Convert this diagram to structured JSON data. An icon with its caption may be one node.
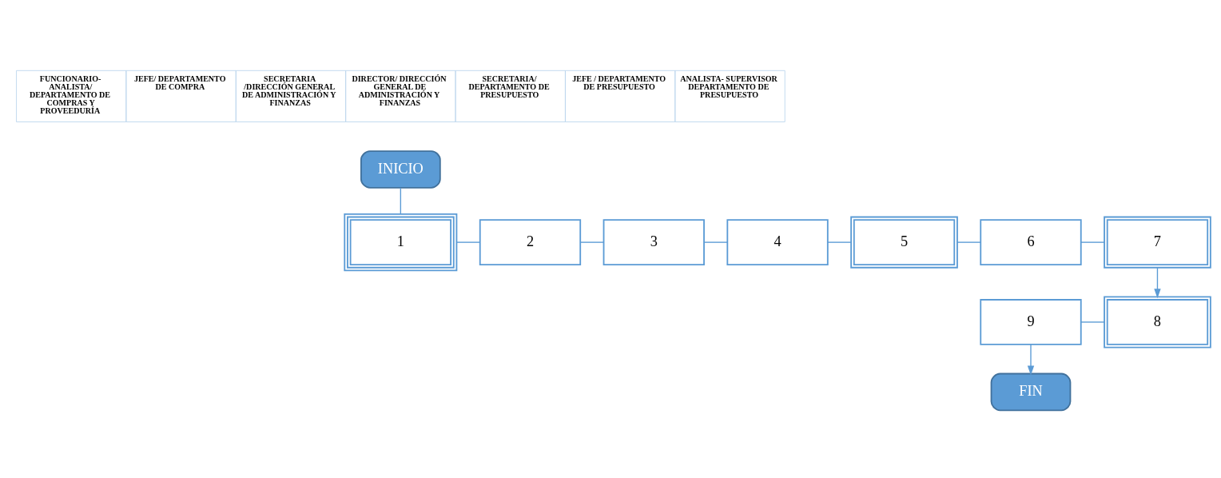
{
  "diagram": {
    "nodes": [
      {
        "text": [
          "INICIO"
        ]
      },
      {
        "text": [
          "1"
        ]
      },
      {
        "text": [
          "2"
        ]
      },
      {
        "text": [
          "3"
        ]
      },
      {
        "text": [
          "4"
        ]
      },
      {
        "text": [
          "5"
        ]
      },
      {
        "text": [
          "6"
        ]
      },
      {
        "text": [
          "7"
        ]
      },
      {
        "text": [
          "8"
        ]
      },
      {
        "text": [
          "9"
        ]
      },
      {
        "text": [
          "FIN"
        ]
      }
    ],
    "edges": [
      {
        "from": 0,
        "to": 1,
        "arrow": "none"
      },
      {
        "from": 1,
        "to": 2,
        "arrow": "none"
      },
      {
        "from": 2,
        "to": 3,
        "arrow": "none"
      },
      {
        "from": 3,
        "to": 4,
        "arrow": "none"
      },
      {
        "from": 4,
        "to": 5,
        "arrow": "none"
      },
      {
        "from": 5,
        "to": 6,
        "arrow": "none"
      },
      {
        "from": 6,
        "to": 7,
        "arrow": "none"
      },
      {
        "from": 7,
        "to": 8,
        "arrow": "to"
      },
      {
        "from": 8,
        "to": 9,
        "arrow": "none"
      },
      {
        "from": 9,
        "to": 10,
        "arrow": "to"
      }
    ],
    "labels": [
      "FUNCIONARIO- ANALISTA/ DEPARTAMENTO DE COMPRAS Y PROVEEDURÍA",
      "JEFE/ DEPARTAMENTO DE COMPRA",
      "SECRETARIA /DIRECCIÓN GENERAL DE ADMINISTRACIÓN Y FINANZAS",
      "DIRECTOR/ DIRECCIÓN GENERAL DE ADMINISTRACIÓN Y FINANZAS",
      "SECRETARIA/ DEPARTAMENTO DE PRESUPUESTO",
      "JEFE / DEPARTAMENTO DE PRESUPUESTO",
      "ANALISTA- SUPERVISOR DEPARTAMENTO DE PRESUPUESTO"
    ]
  }
}
